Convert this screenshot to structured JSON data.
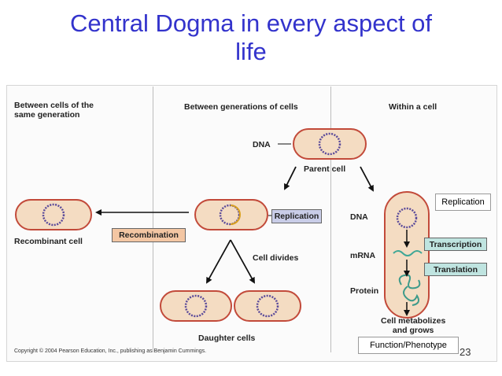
{
  "slide": {
    "title_line1": "Central Dogma in every aspect of",
    "title_line2": "life",
    "page_number": "23"
  },
  "figure": {
    "col1_header_line1": "Between cells of the",
    "col1_header_line2": "same generation",
    "col2_header": "Between generations of cells",
    "col3_header": "Within a cell",
    "dna_label": "DNA",
    "parent_cell_label": "Parent cell",
    "replication_box": "Replication",
    "recombination_box": "Recombination",
    "recombinant_cell_label": "Recombinant cell",
    "cell_divides_label": "Cell divides",
    "daughter_cells_label": "Daughter cells",
    "dna_row_label": "DNA",
    "mrna_row_label": "mRNA",
    "protein_row_label": "Protein",
    "transcription_box": "Transcription",
    "translation_box": "Translation",
    "metabolizes_line1": "Cell metabolizes",
    "metabolizes_line2": "and grows",
    "copyright": "Copyright © 2004 Pearson Education, Inc., publishing as Benjamin Cummings."
  },
  "callouts": {
    "replication": "Replication",
    "function_phenotype": "Function/Phenotype"
  },
  "colors": {
    "title": "#3333cc",
    "cell_fill": "#f4dcc2",
    "cell_stroke": "#c24a3a",
    "dna_ring": "#5a4a9a",
    "replication_fill": "#c9cde8",
    "recombination_fill": "#f3c6a3",
    "transcription_fill": "#bfe4e0",
    "translation_fill": "#bfe4e0",
    "mrna": "#3fa796",
    "protein": "#3d9a8a"
  }
}
